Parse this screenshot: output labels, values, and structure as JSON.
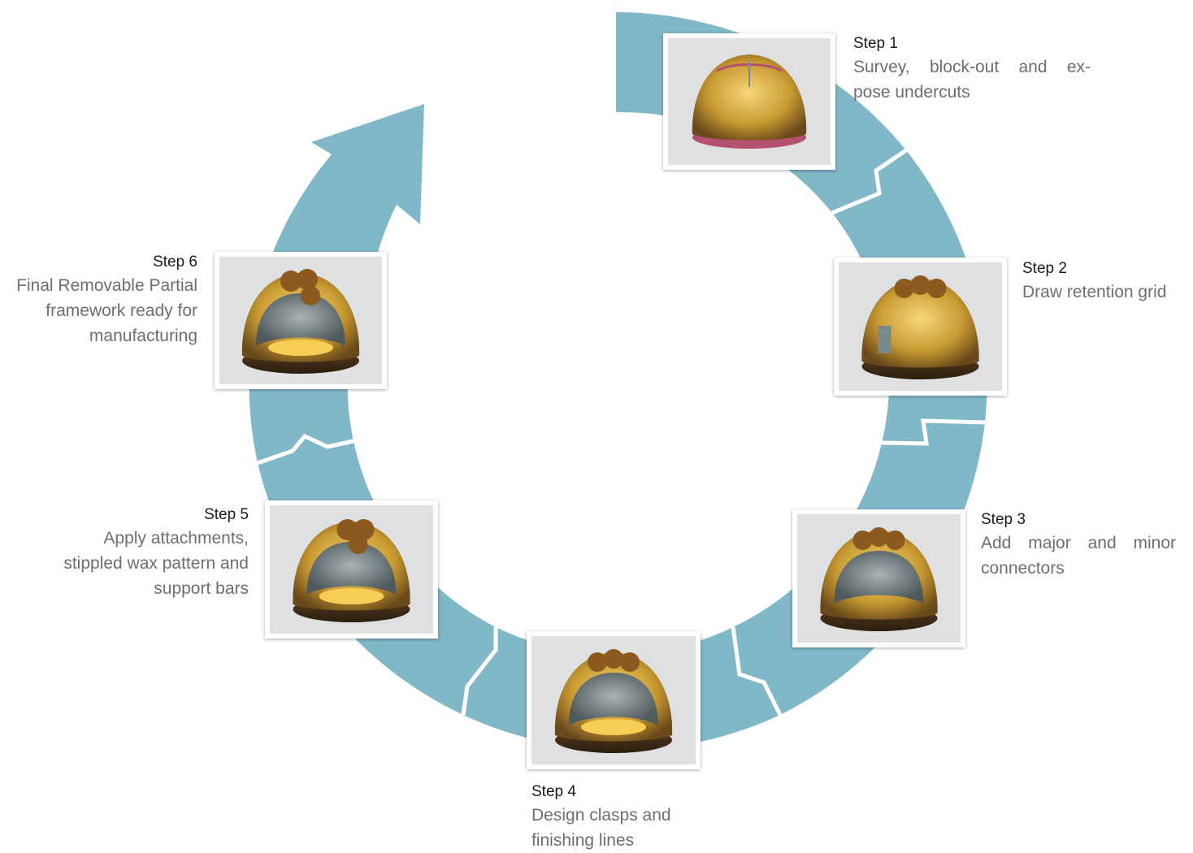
{
  "colors": {
    "arrow": "#80b8c8",
    "card_border": "#ffffff",
    "photo_bg": "#dfe0e1"
  },
  "steps": [
    {
      "title": "Step 1",
      "desc": [
        "Survey, block-out and ex-",
        "pose undercuts"
      ],
      "image": "dental-model-surveyed"
    },
    {
      "title": "Step 2",
      "desc": [
        "Draw retention grid"
      ],
      "image": "dental-model-retention-grid"
    },
    {
      "title": "Step 3",
      "desc": [
        "Add major and minor",
        "connectors"
      ],
      "image": "dental-model-connectors"
    },
    {
      "title": "Step 4",
      "desc": [
        "Design clasps and",
        "finishing lines"
      ],
      "image": "dental-model-clasps"
    },
    {
      "title": "Step 5",
      "desc": [
        "Apply attachments,",
        "stippled wax pattern and",
        "support bars"
      ],
      "image": "dental-model-attachments"
    },
    {
      "title": "Step 6",
      "desc": [
        "Final Removable Partial",
        "framework ready for",
        "manufacturing"
      ],
      "image": "dental-model-framework"
    }
  ]
}
